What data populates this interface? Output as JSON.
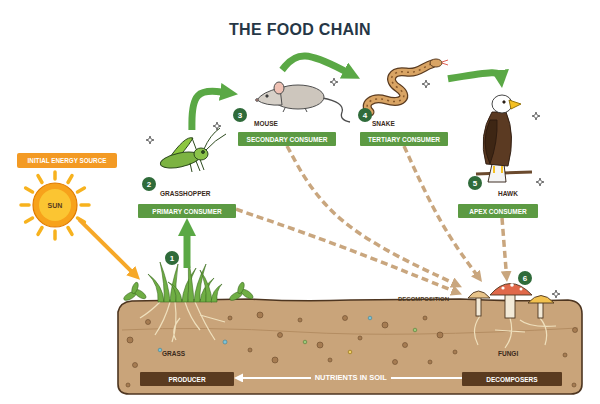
{
  "diagram": {
    "title": "THE FOOD CHAIN",
    "nodes": [
      {
        "text": [
          "INITIAL ENERGY SOURCE"
        ]
      },
      {
        "text": [
          "SUN"
        ]
      },
      {
        "text": [
          "GRASS",
          "PRODUCER"
        ]
      },
      {
        "text": [
          "GRASSHOPPER",
          "PRIMARY CONSUMER"
        ]
      },
      {
        "text": [
          "MOUSE",
          "SECONDARY CONSUMER"
        ]
      },
      {
        "text": [
          "SNAKE",
          "TERTIARY CONSUMER"
        ]
      },
      {
        "text": [
          "HAWK",
          "APEX CONSUMER"
        ]
      },
      {
        "text": [
          "FUNGI",
          "DECOMPOSERS"
        ]
      }
    ],
    "edges": [
      {
        "from": 1,
        "to": 2,
        "arrow": "to"
      },
      {
        "from": 2,
        "to": 3,
        "arrow": "to"
      },
      {
        "from": 3,
        "to": 4,
        "arrow": "to"
      },
      {
        "from": 4,
        "to": 5,
        "arrow": "to"
      },
      {
        "from": 5,
        "to": 6,
        "arrow": "to"
      },
      {
        "from": 3,
        "to": 7,
        "arrow": "to"
      },
      {
        "from": 4,
        "to": 7,
        "arrow": "to"
      },
      {
        "from": 5,
        "to": 7,
        "arrow": "to"
      },
      {
        "from": 6,
        "to": 7,
        "arrow": "to"
      },
      {
        "from": 7,
        "to": 2,
        "label": "NUTRIENTS IN SOIL",
        "arrow": "to"
      }
    ],
    "labels": [
      "1",
      "2",
      "3",
      "4",
      "5",
      "6",
      "DECOMPOSITION"
    ]
  }
}
